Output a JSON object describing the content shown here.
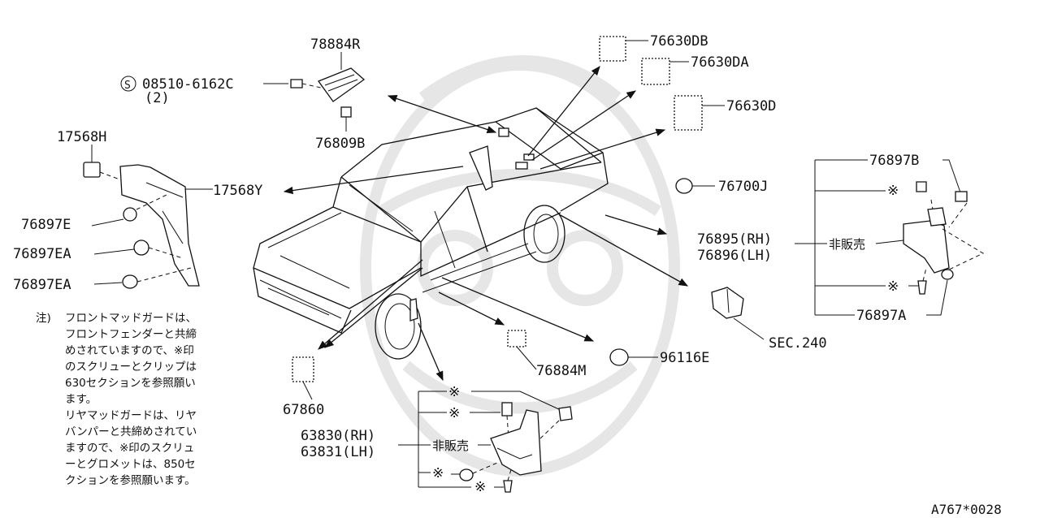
{
  "parts": {
    "p78884R": "78884R",
    "screw_code": "08510-6162C",
    "screw_qty": "(2)",
    "screw_s": "S",
    "p76809B": "76809B",
    "p76630DB": "76630DB",
    "p76630DA": "76630DA",
    "p76630D": "76630D",
    "p17568H": "17568H",
    "p17568Y": "17568Y",
    "p76897E": "76897E",
    "p76897EA_1": "76897EA",
    "p76897EA_2": "76897EA",
    "p76700J": "76700J",
    "p76897B": "76897B",
    "p76895": "76895(RH)",
    "p76896": "76896(LH)",
    "not_for_sale_right": "非販売",
    "p76897A": "76897A",
    "sec240": "SEC.240",
    "p96116E": "96116E",
    "p76884M": "76884M",
    "p67860": "67860",
    "p63830": "63830(RH)",
    "p63831": "63831(LH)",
    "not_for_sale_bottom": "非販売",
    "asterisk": "※"
  },
  "note": {
    "prefix": "注)",
    "lines": [
      "フロントマッドガードは、",
      "フロントフェンダーと共締",
      "めされていますので、※印",
      "のスクリューとクリップは",
      "630セクションを参照願い",
      "ます。",
      "リヤマッドガードは、リヤ",
      "バンパーと共締めされてい",
      "ますので、※印のスクリュ",
      "ーとグロメットは、850セ",
      "クションを参照願います。"
    ]
  },
  "diagram_code": "A767*0028"
}
